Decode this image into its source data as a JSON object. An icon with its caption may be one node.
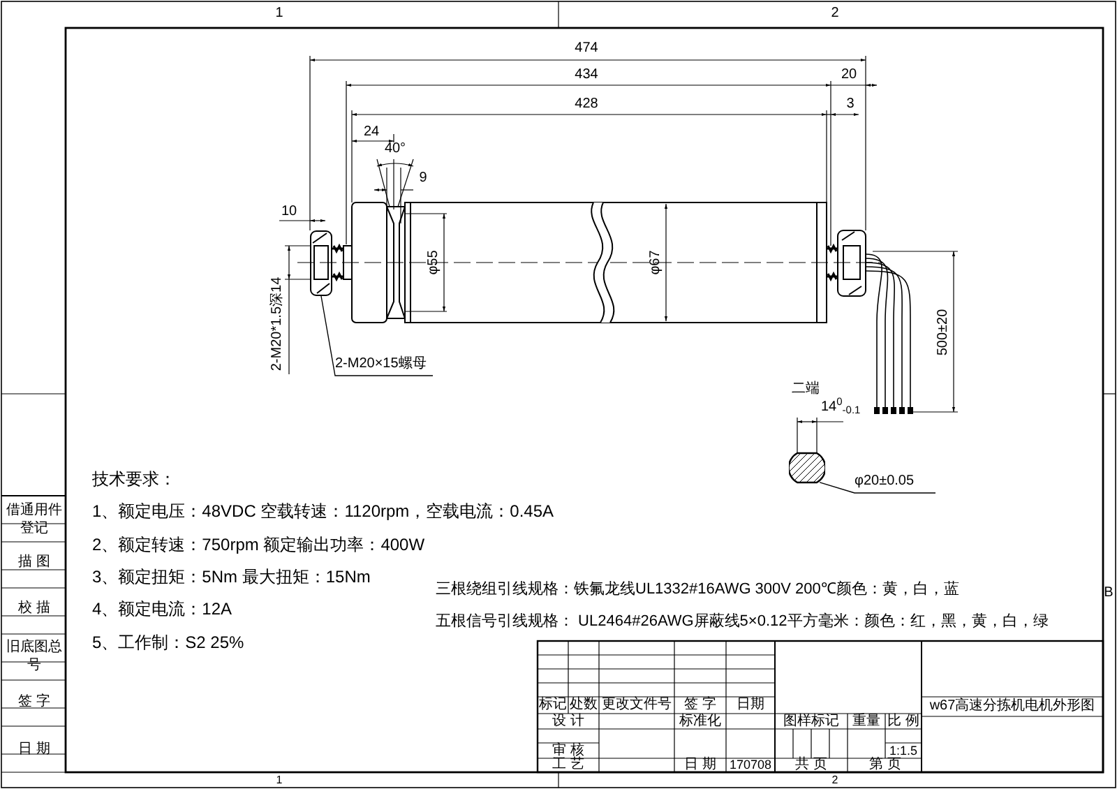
{
  "diagram": {
    "nodes": [
      {
        "text": [
          "2-M20×15螺母"
        ]
      },
      {
        "text": [],
        "shape": "box"
      },
      {
        "text": [
          "φ20±0.05"
        ]
      },
      {
        "text": [],
        "shape": "circle"
      }
    ],
    "edges": [
      {
        "from": 0,
        "to": 1,
        "arrow": "none"
      },
      {
        "from": 2,
        "to": 3,
        "arrow": "none"
      }
    ],
    "labels": [
      "1",
      "2",
      "474",
      "434",
      "20",
      "428",
      "3",
      "24",
      "40°",
      "9",
      "10",
      "φ55",
      "φ67",
      "2-M20*1.5深14",
      "500±20",
      "二端",
      "14$^{0}$$_{-0.1}$",
      "技术要求：",
      "1、额定电压：48VDC 空载转速：1120rpm，空载电流：0.45A",
      "2、额定转速：750rpm 额定输出功率：400W",
      "3、额定扭矩：5Nm 最大扭矩：15Nm",
      "4、额定电流：12A",
      "5、工作制：S2 25%",
      "三根绕组引线规格：铁氟龙线UL1332#16AWG 300V 200℃颜色：黄，白，蓝",
      "五根信号引线规格： UL2464#26AWG屏蔽线5×0.12平方毫米：颜色：红，黑，黄，白，绿",
      "B",
      "借通用件登记",
      "描 图",
      "校 描",
      "旧底图总号",
      "签 字",
      "日 期",
      "标记",
      "处数",
      "更改文件号",
      "签 字",
      "日期",
      "设 计",
      "标准化",
      "图样标记",
      "重量",
      "比 例",
      "审 核",
      "1:1.5",
      "工 艺",
      "日 期",
      "170708",
      "共 页",
      "第 页",
      "w67高速分拣机电机外形图",
      "1",
      "2"
    ]
  }
}
